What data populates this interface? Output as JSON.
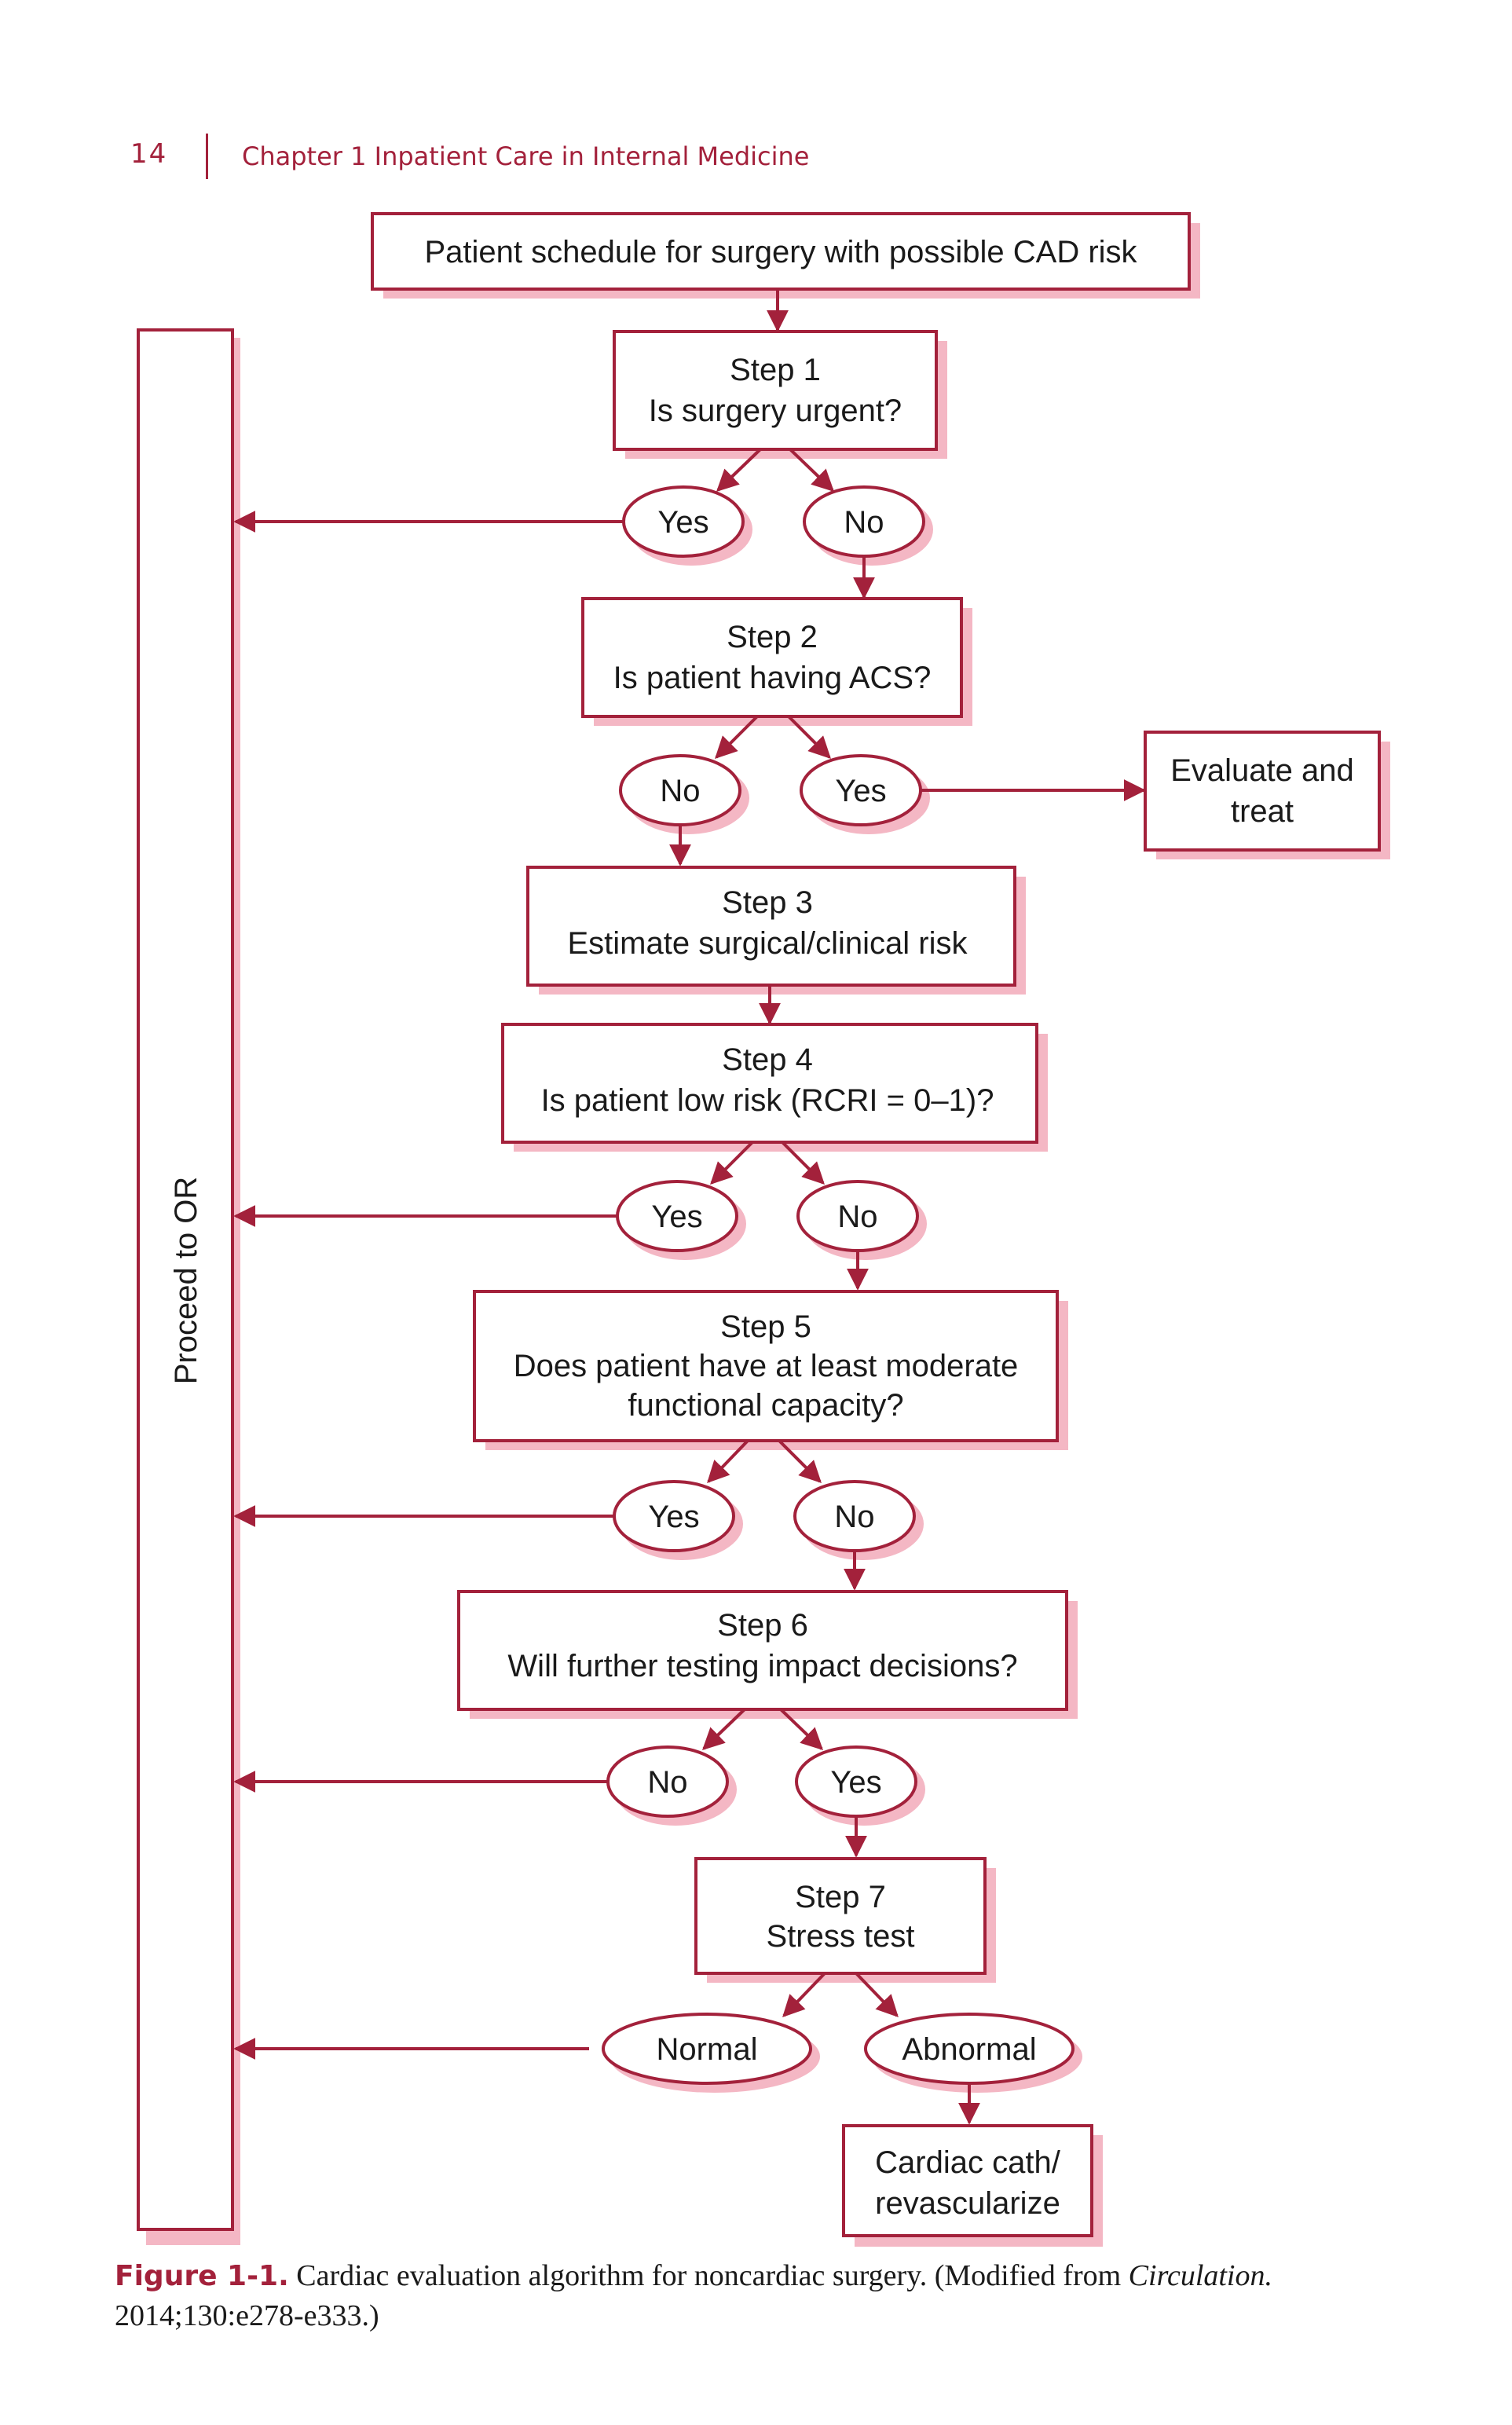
{
  "header": {
    "page_number": "14",
    "running_head": "Chapter 1 Inpatient Care in Internal Medicine"
  },
  "flowchart": {
    "start": "Patient schedule for surgery with possible CAD risk",
    "side_bar": "Proceed to OR",
    "step1": {
      "title": "Step 1",
      "question": "Is surgery urgent?",
      "yes": "Yes",
      "no": "No"
    },
    "step2": {
      "title": "Step 2",
      "question": "Is patient having ACS?",
      "no": "No",
      "yes": "Yes",
      "yes_outcome_line1": "Evaluate and",
      "yes_outcome_line2": "treat"
    },
    "step3": {
      "title": "Step 3",
      "text": "Estimate surgical/clinical risk"
    },
    "step4": {
      "title": "Step 4",
      "question": "Is patient low risk (RCRI = 0–1)?",
      "yes": "Yes",
      "no": "No"
    },
    "step5": {
      "title": "Step 5",
      "question_line1": "Does patient have at least moderate",
      "question_line2": "functional capacity?",
      "yes": "Yes",
      "no": "No"
    },
    "step6": {
      "title": "Step 6",
      "question": "Will further testing impact decisions?",
      "no": "No",
      "yes": "Yes"
    },
    "step7": {
      "title": "Step 7",
      "text": "Stress test",
      "normal": "Normal",
      "abnormal": "Abnormal"
    },
    "final": {
      "line1": "Cardiac cath/",
      "line2": "revascularize"
    }
  },
  "caption": {
    "label": "Figure 1-1.",
    "text_before": "Cardiac evaluation algorithm for noncardiac surgery. (Modified from",
    "journal": "Circulation.",
    "text_after": "2014;130:e278-e333.)"
  },
  "colors": {
    "accent": "#a3213b",
    "shadow": "#f4b7c4",
    "text": "#1a1a1a"
  }
}
